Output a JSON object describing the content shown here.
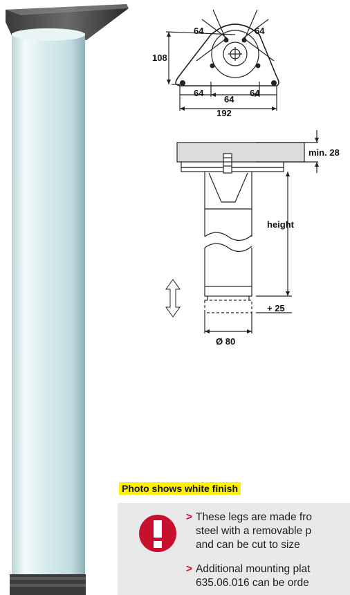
{
  "top_view": {
    "dim_upper_left": "64",
    "dim_upper_right": "64",
    "dim_height": "108",
    "dim_lower_left": "64",
    "dim_lower_mid": "64",
    "dim_lower_right": "64",
    "dim_total": "192"
  },
  "side_view": {
    "min_label": "min. 28",
    "height_label": "height",
    "extension_label": "+ 25",
    "diameter_label": "Ø 80"
  },
  "photo_caption": "Photo shows white finish",
  "notes": [
    {
      "lines": [
        "These legs are made fro",
        "steel with a removable p",
        "and can be cut to size"
      ]
    },
    {
      "lines": [
        "Additional mounting plat",
        "635.06.016 can be orde"
      ]
    }
  ],
  "colors": {
    "warning_red": "#c8102e",
    "highlight_yellow": "#fff200",
    "note_bg": "#e9e9ea"
  }
}
